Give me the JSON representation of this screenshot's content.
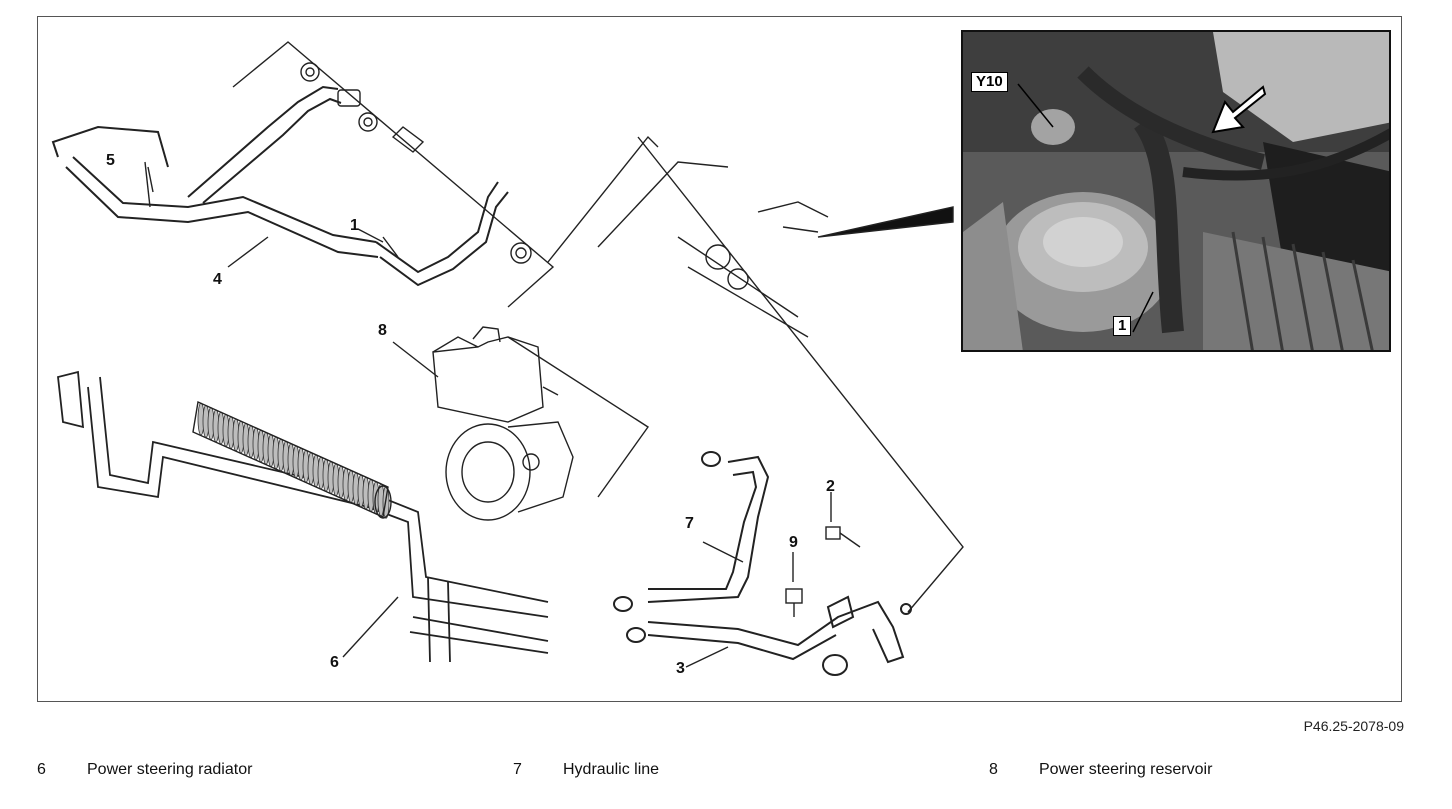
{
  "figure_ref": "P46.25-2078-09",
  "callouts": {
    "c1": "1",
    "c2": "2",
    "c3": "3",
    "c4": "4",
    "c5": "5",
    "c6": "6",
    "c7": "7",
    "c8": "8",
    "c9": "9"
  },
  "photo_labels": {
    "y10": "Y10",
    "one": "1"
  },
  "legend": [
    {
      "num": "6",
      "text": "Power steering radiator"
    },
    {
      "num": "7",
      "text": "Hydraulic line"
    },
    {
      "num": "8",
      "text": "Power steering reservoir"
    }
  ]
}
